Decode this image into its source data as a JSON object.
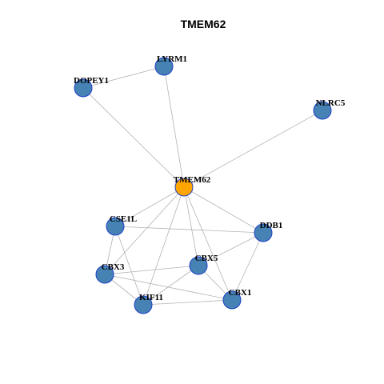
{
  "title": "TMEM62",
  "colors": {
    "center_node": "#ffa500",
    "neighbor_node": "#4682b4",
    "node_border": "#1f3fc8",
    "edge": "#b3b3b3"
  },
  "nodes": [
    {
      "id": "TMEM62",
      "label": "TMEM62",
      "role": "center"
    },
    {
      "id": "LYRM1",
      "label": "LYRM1",
      "role": "neighbor"
    },
    {
      "id": "DOPEY1",
      "label": "DOPEY1",
      "role": "neighbor"
    },
    {
      "id": "NLRC5",
      "label": "NLRC5",
      "role": "neighbor"
    },
    {
      "id": "CSE1L",
      "label": "CSE1L",
      "role": "neighbor"
    },
    {
      "id": "DDB1",
      "label": "DDB1",
      "role": "neighbor"
    },
    {
      "id": "CBX5",
      "label": "CBX5",
      "role": "neighbor"
    },
    {
      "id": "CBX3",
      "label": "CBX3",
      "role": "neighbor"
    },
    {
      "id": "KIF11",
      "label": "KIF11",
      "role": "neighbor"
    },
    {
      "id": "CBX1",
      "label": "CBX1",
      "role": "neighbor"
    }
  ],
  "edges": [
    [
      "TMEM62",
      "LYRM1"
    ],
    [
      "TMEM62",
      "DOPEY1"
    ],
    [
      "TMEM62",
      "NLRC5"
    ],
    [
      "TMEM62",
      "CSE1L"
    ],
    [
      "TMEM62",
      "DDB1"
    ],
    [
      "TMEM62",
      "CBX5"
    ],
    [
      "TMEM62",
      "CBX3"
    ],
    [
      "TMEM62",
      "KIF11"
    ],
    [
      "TMEM62",
      "CBX1"
    ],
    [
      "LYRM1",
      "DOPEY1"
    ],
    [
      "CSE1L",
      "DDB1"
    ],
    [
      "CSE1L",
      "CBX3"
    ],
    [
      "CSE1L",
      "KIF11"
    ],
    [
      "DDB1",
      "CBX5"
    ],
    [
      "DDB1",
      "CBX1"
    ],
    [
      "CBX5",
      "CBX3"
    ],
    [
      "CBX5",
      "KIF11"
    ],
    [
      "CBX5",
      "CBX1"
    ],
    [
      "CBX3",
      "KIF11"
    ],
    [
      "CBX3",
      "CBX1"
    ],
    [
      "KIF11",
      "CBX1"
    ]
  ]
}
